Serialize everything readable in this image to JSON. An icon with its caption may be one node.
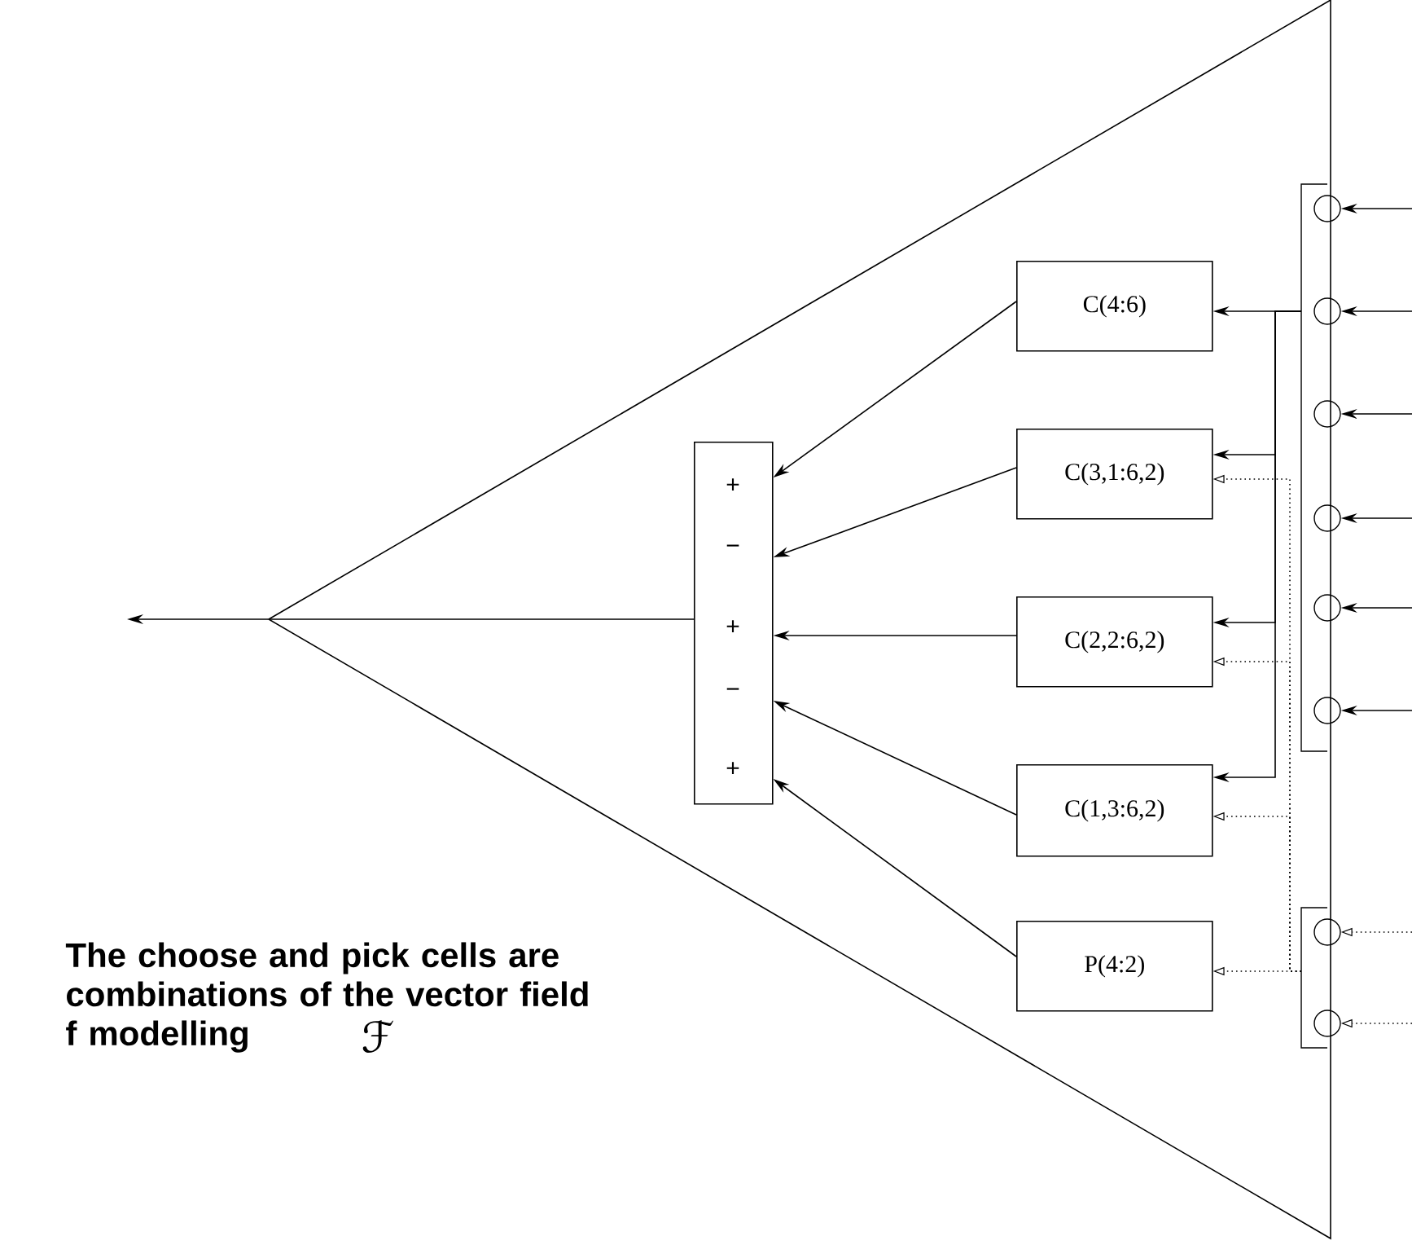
{
  "diagram": {
    "caption": "The choose and pick cells are combinations of the vector field f modelling",
    "nodes": [
      {
        "text": [],
        "shape": "triangle"
      },
      {
        "text": [
          "+",
          "−",
          "+",
          "−",
          "+"
        ],
        "in": 0
      },
      {
        "text": [
          "C(4:6)"
        ],
        "in": 0
      },
      {
        "text": [
          "C(3,1:6,2)"
        ],
        "in": 0
      },
      {
        "text": [
          "C(2,2:6,2)"
        ],
        "in": 0
      },
      {
        "text": [
          "C(1,3:6,2)"
        ],
        "in": 0
      },
      {
        "text": [
          "P(4:2)"
        ],
        "in": 0
      },
      {
        "text": [],
        "shape": "bracket",
        "in": 0
      },
      {
        "text": [],
        "shape": "circle"
      },
      {
        "text": [],
        "shape": "circle"
      },
      {
        "text": [],
        "shape": "circle"
      },
      {
        "text": [],
        "shape": "circle"
      },
      {
        "text": [],
        "shape": "circle"
      },
      {
        "text": [],
        "shape": "circle"
      },
      {
        "text": [],
        "shape": "bracket",
        "in": 0
      },
      {
        "text": [],
        "shape": "circle"
      },
      {
        "text": [],
        "shape": "circle"
      }
    ],
    "edges": [
      {
        "from": 0,
        "to": null,
        "arrow": "to"
      },
      {
        "from": 1,
        "to": 0,
        "arrow": "none"
      },
      {
        "from": 2,
        "to": 1,
        "arrow": "to"
      },
      {
        "from": 3,
        "to": 1,
        "arrow": "to"
      },
      {
        "from": 4,
        "to": 1,
        "arrow": "to"
      },
      {
        "from": 5,
        "to": 1,
        "arrow": "to"
      },
      {
        "from": 6,
        "to": 1,
        "arrow": "to"
      },
      {
        "from": 7,
        "to": 2,
        "arrow": "to"
      },
      {
        "from": 7,
        "to": 3,
        "arrow": "to"
      },
      {
        "from": 7,
        "to": 4,
        "arrow": "to"
      },
      {
        "from": 7,
        "to": 5,
        "arrow": "to"
      },
      {
        "from": 14,
        "to": 3,
        "arrow": "to",
        "style": "dashed"
      },
      {
        "from": 14,
        "to": 4,
        "arrow": "to",
        "style": "dashed"
      },
      {
        "from": 14,
        "to": 5,
        "arrow": "to",
        "style": "dashed"
      },
      {
        "from": 14,
        "to": 6,
        "arrow": "to",
        "style": "dashed"
      },
      {
        "from": null,
        "to": 8,
        "arrow": "to"
      },
      {
        "from": null,
        "to": 9,
        "arrow": "to"
      },
      {
        "from": null,
        "to": 10,
        "arrow": "to"
      },
      {
        "from": null,
        "to": 11,
        "arrow": "to"
      },
      {
        "from": null,
        "to": 12,
        "arrow": "to"
      },
      {
        "from": null,
        "to": 13,
        "arrow": "to"
      },
      {
        "from": null,
        "to": 15,
        "arrow": "to",
        "style": "dashed"
      },
      {
        "from": null,
        "to": 16,
        "arrow": "to",
        "style": "dashed"
      }
    ],
    "labels": [
      "ℱ"
    ]
  }
}
